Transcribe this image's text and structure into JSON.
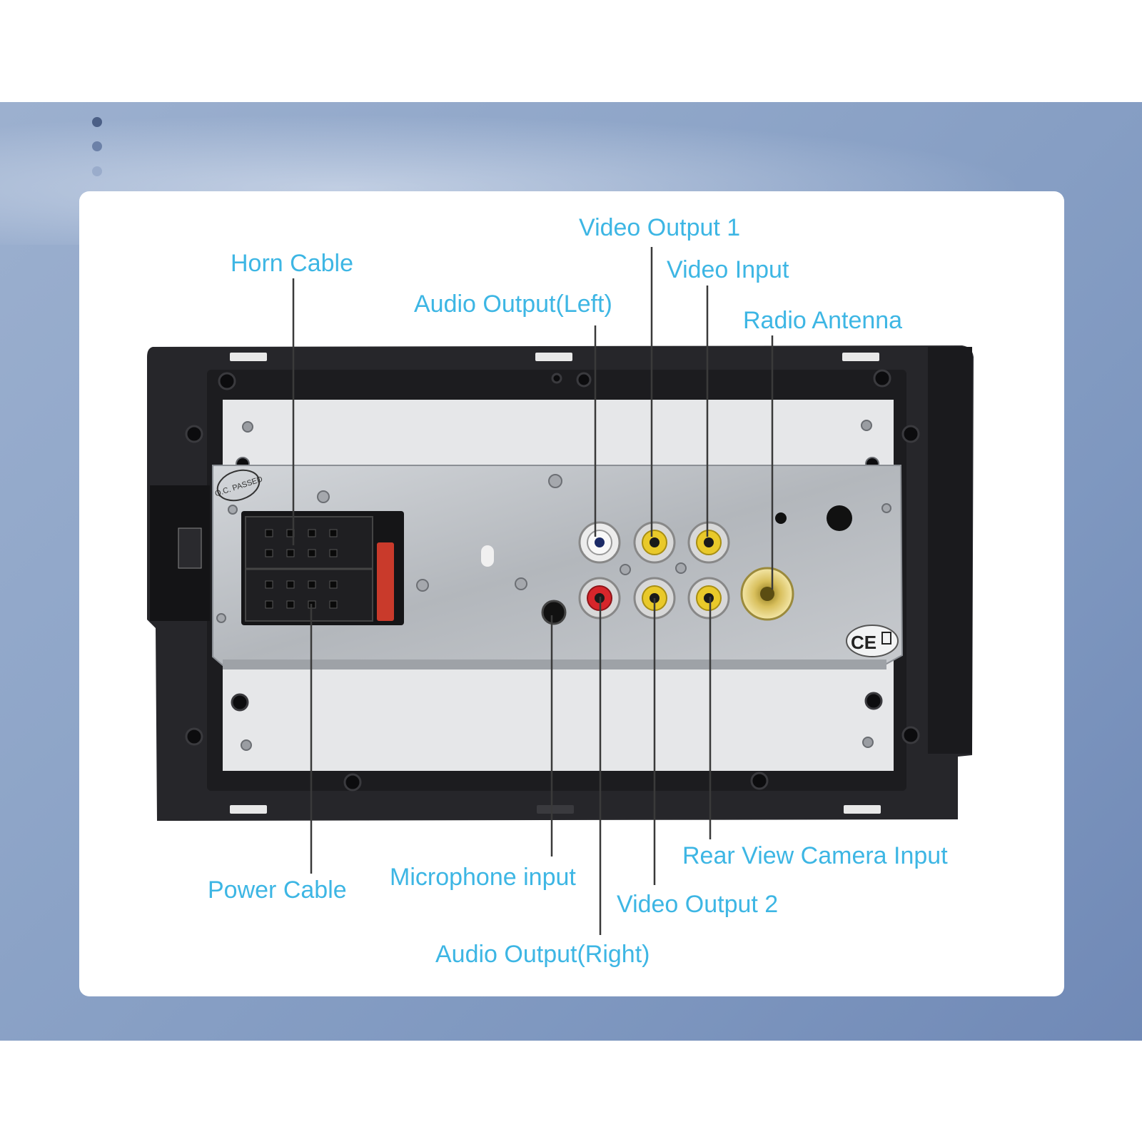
{
  "labels": {
    "horn_cable": "Horn Cable",
    "video_output_1": "Video Output 1",
    "video_input": "Video Input",
    "audio_output_left": "Audio Output(Left)",
    "radio_antenna": "Radio Antenna",
    "power_cable": "Power Cable",
    "microphone_input": "Microphone input",
    "video_output_2": "Video Output 2",
    "rear_view_camera_input": "Rear View Camera Input",
    "audio_output_right": "Audio Output(Right)"
  },
  "stamps": {
    "qc": "Q.C. PASSED",
    "ce": "CE"
  },
  "colors": {
    "label": "#3db6e4",
    "backdrop": "#8ea5c8",
    "card": "#ffffff",
    "chassis": "#26262a",
    "panel": "#b9bcc0",
    "rca_red": "#d6262b",
    "rca_white": "#f2f2f2",
    "rca_yellow": "#e6c627"
  }
}
